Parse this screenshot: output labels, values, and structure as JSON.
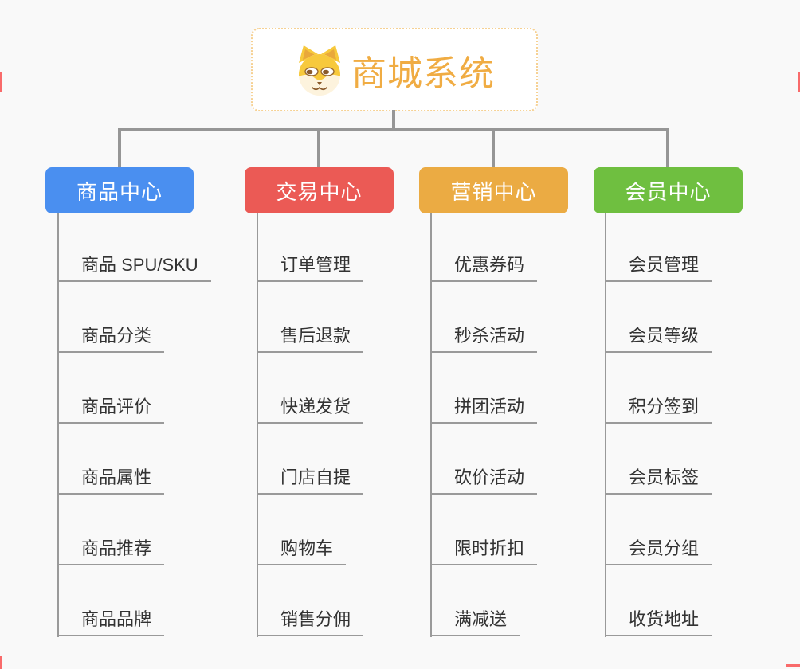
{
  "root": {
    "title": "商城系统",
    "icon": "doge-icon"
  },
  "colors": {
    "background": "#f9f9f9",
    "root_text": "#f0ac43",
    "root_border": "#f6d193",
    "connector_main": "#969696",
    "connector_branch": "#9a9a9a",
    "leaf_text": "#333333",
    "branch_product": "#4a8ff0",
    "branch_trade": "#eb5a55",
    "branch_marketing": "#ebab43",
    "branch_member": "#6fbf40",
    "edge_mark": "#f96b6b"
  },
  "branches": [
    {
      "label": "商品中心",
      "color": "#4a8ff0",
      "items": [
        "商品 SPU/SKU",
        "商品分类",
        "商品评价",
        "商品属性",
        "商品推荐",
        "商品品牌"
      ]
    },
    {
      "label": "交易中心",
      "color": "#eb5a55",
      "items": [
        "订单管理",
        "售后退款",
        "快递发货",
        "门店自提",
        "购物车",
        "销售分佣"
      ]
    },
    {
      "label": "营销中心",
      "color": "#ebab43",
      "items": [
        "优惠券码",
        "秒杀活动",
        "拼团活动",
        "砍价活动",
        "限时折扣",
        "满减送"
      ]
    },
    {
      "label": "会员中心",
      "color": "#6fbf40",
      "items": [
        "会员管理",
        "会员等级",
        "积分签到",
        "会员标签",
        "会员分组",
        "收货地址"
      ]
    }
  ]
}
